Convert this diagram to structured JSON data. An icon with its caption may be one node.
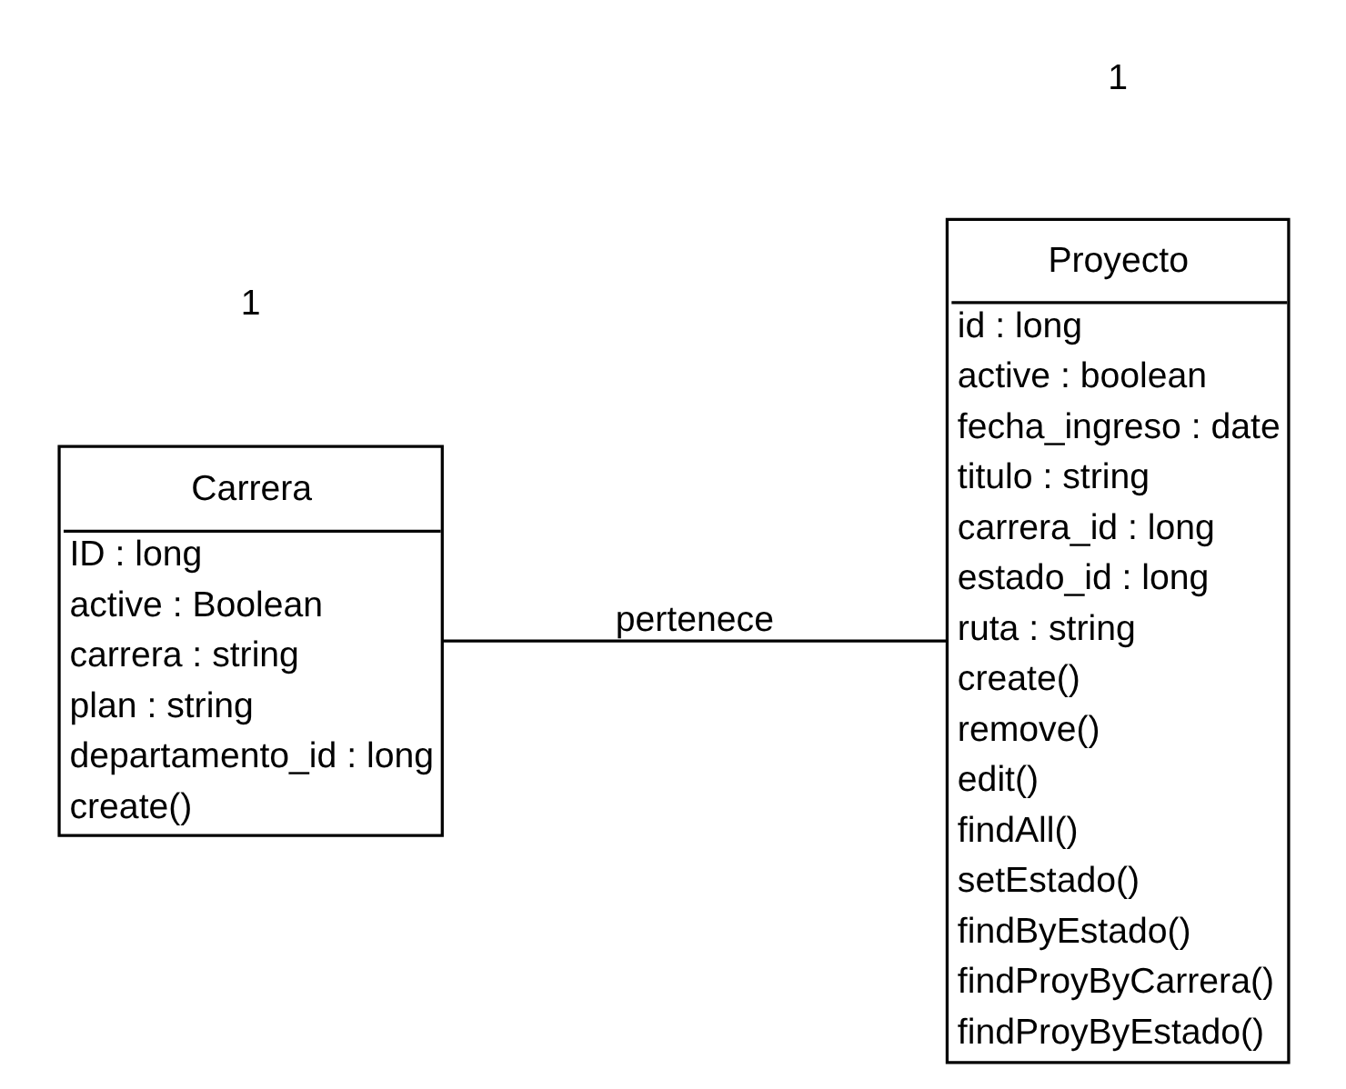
{
  "diagram": {
    "nodes": [
      {
        "text": [
          "Carrera",
          "ID : long",
          "active : Boolean",
          "carrera : string",
          "plan : string",
          "departamento_id : long",
          "create()"
        ]
      },
      {
        "text": [
          "Proyecto",
          "id : long",
          "active : boolean",
          "fecha_ingreso : date",
          "titulo : string",
          "carrera_id : long",
          "estado_id : long",
          "ruta : string",
          "create()",
          "remove()",
          "edit()",
          "findAll()",
          "setEstado()",
          "findByEstado()",
          "findProyByCarrera()",
          "findProyByEstado()"
        ]
      }
    ],
    "edges": [
      {
        "from": 0,
        "to": 1,
        "arrow": "none",
        "label": "pertenece"
      }
    ],
    "labels": [
      "1",
      "1"
    ]
  }
}
